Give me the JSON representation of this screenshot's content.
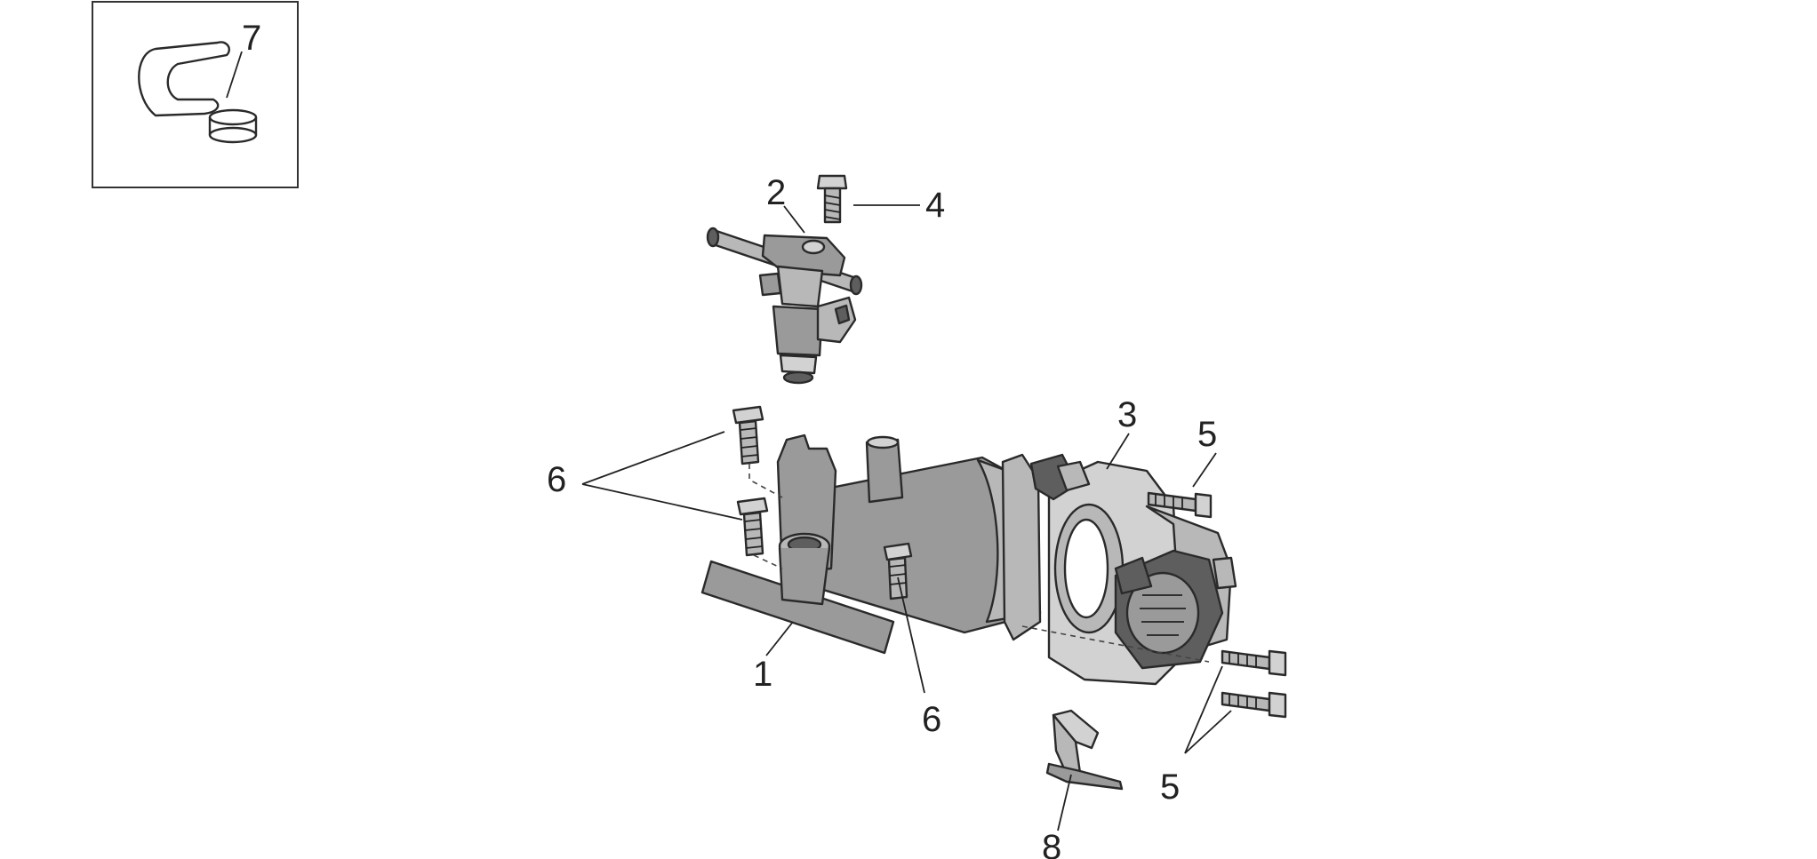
{
  "diagram": {
    "inset_label": "7",
    "labels": {
      "throttle_body_flange": "1",
      "injector_rail": "2",
      "throttle_body": "3",
      "rail_screw": "4",
      "throttle_screws_upper": "5",
      "throttle_screws_lower": "5",
      "manifold_screws_left": "6",
      "manifold_screw_center": "6",
      "bracket": "8"
    }
  },
  "colors": {
    "line": "#222222",
    "part_dark": "#5e5e5e",
    "part_mid": "#9a9a9a",
    "part_light": "#b8b8b8",
    "part_highlight": "#d2d2d2"
  }
}
